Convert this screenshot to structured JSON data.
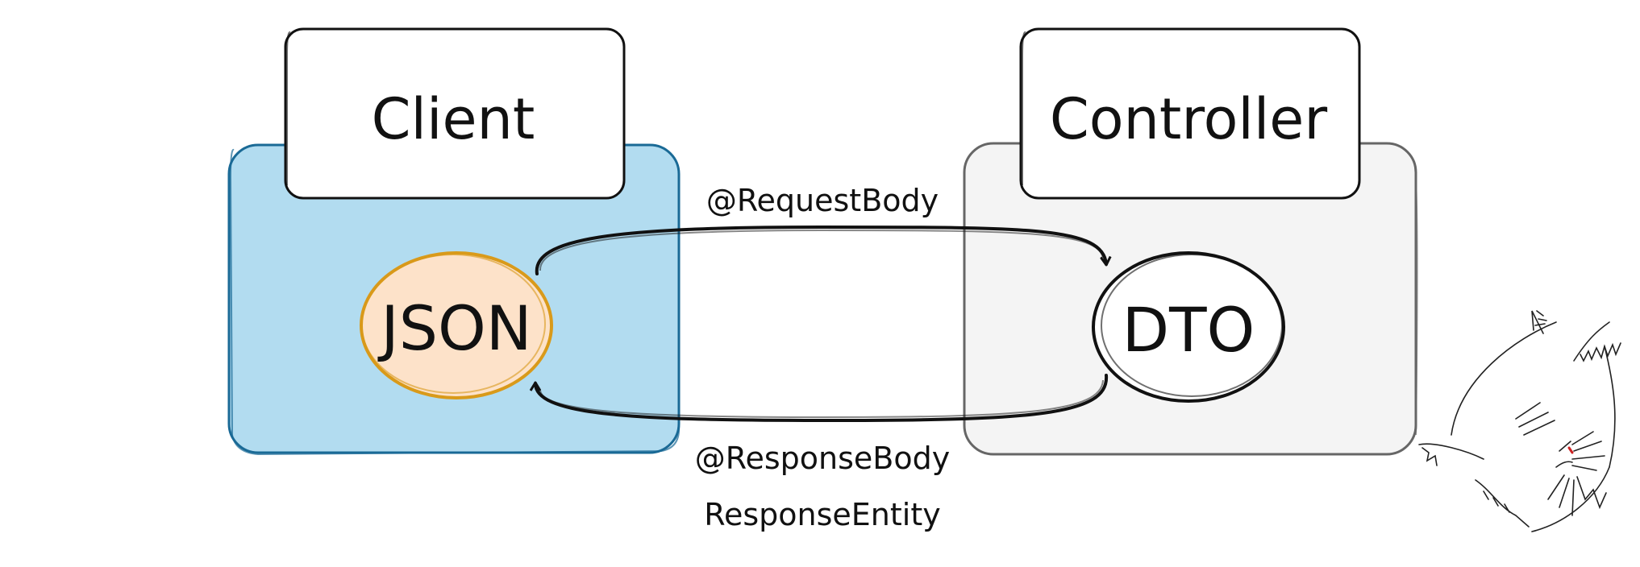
{
  "nodes": {
    "client": {
      "label": "Client"
    },
    "controller": {
      "label": "Controller"
    },
    "json": {
      "label": "JSON"
    },
    "dto": {
      "label": "DTO"
    }
  },
  "edges": {
    "request": {
      "label": "@RequestBody"
    },
    "response": {
      "label": "@ResponseBody"
    },
    "response_entity": {
      "label": "ResponseEntity"
    }
  },
  "colors": {
    "client_fill": "#b2dcf0",
    "client_stroke": "#1a6a96",
    "controller_fill": "#f4f4f4",
    "controller_stroke": "#666666",
    "json_fill": "#fde2c9",
    "json_stroke": "#d99a1a",
    "stroke": "#111111"
  },
  "decoration": {
    "icon": "sleeping-cat-icon"
  }
}
